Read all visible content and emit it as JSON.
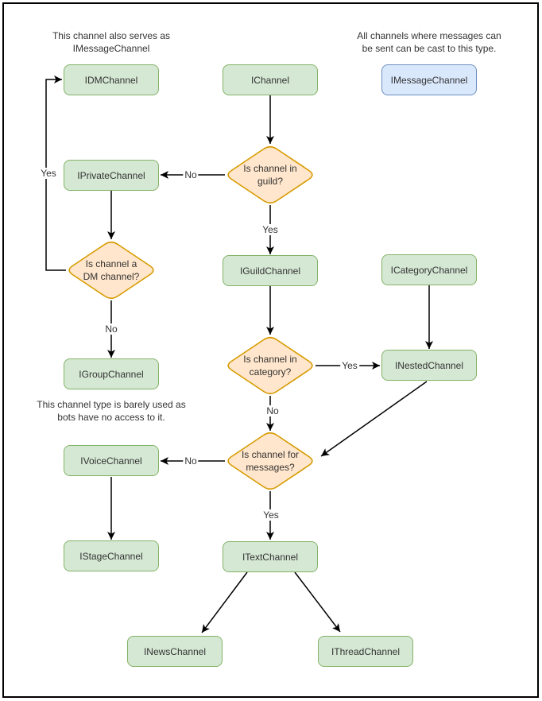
{
  "colors": {
    "green_fill": "#d5e8d4",
    "green_border": "#82b366",
    "blue_fill": "#dae8fc",
    "blue_border": "#6c8ebf",
    "orange_fill": "#ffe6cc",
    "orange_border": "#d79b00",
    "edge": "#000000",
    "text": "#333333",
    "page_border": "#000000",
    "background": "#ffffff"
  },
  "notes": {
    "dm": "This channel also serves as\nIMessageChannel",
    "message": "All channels where messages can\nbe sent can be cast to this type.",
    "group": "This channel type is barely used as\nbots have no access to it."
  },
  "nodes": {
    "ichannel": "IChannel",
    "idm": "IDMChannel",
    "imessage": "IMessageChannel",
    "iprivate": "IPrivateChannel",
    "iguild": "IGuildChannel",
    "icategory": "ICategoryChannel",
    "igroup": "IGroupChannel",
    "inested": "INestedChannel",
    "ivoice": "IVoiceChannel",
    "istage": "IStageChannel",
    "itext": "ITextChannel",
    "inews": "INewsChannel",
    "ithread": "IThreadChannel"
  },
  "decisions": {
    "guild": "Is channel in\nguild?",
    "dm": "Is channel a\nDM channel?",
    "category": "Is channel in\ncategory?",
    "messages": "Is channel for\nmessages?"
  },
  "edge_labels": {
    "guild_no": "No",
    "guild_yes": "Yes",
    "dm_yes": "Yes",
    "dm_no": "No",
    "category_yes": "Yes",
    "category_no": "No",
    "messages_no": "No",
    "messages_yes": "Yes"
  }
}
